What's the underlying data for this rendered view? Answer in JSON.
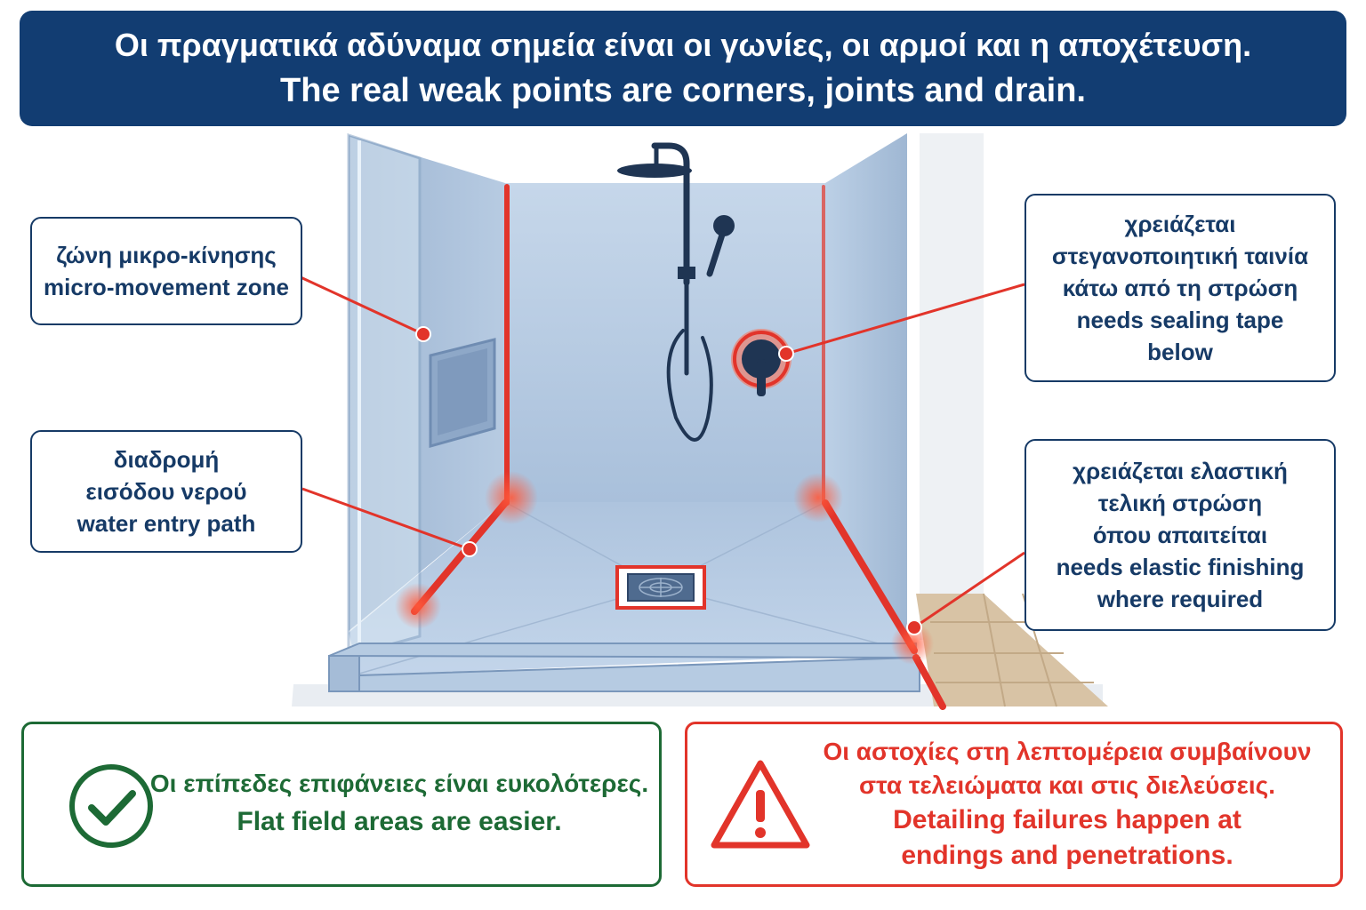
{
  "title": {
    "greek": "Οι πραγματικά αδύναμα σημεία είναι οι γωνίες, οι αρμοί και η αποχέτευση.",
    "english": "The real weak points are corners, joints and drain."
  },
  "callouts": {
    "micro_movement": {
      "greek": "ζώνη μικρο-κίνησης",
      "english": "micro-movement zone"
    },
    "water_entry": {
      "greek_1": "διαδρομή",
      "greek_2": "εισόδου νερού",
      "english": "water entry path"
    },
    "sealing_tape": {
      "greek_1": "χρειάζεται",
      "greek_2": "στεγανοποιητική ταινία",
      "greek_3": "κάτω από τη στρώση",
      "english_1": "needs sealing tape",
      "english_2": "below"
    },
    "elastic_finishing": {
      "greek_1": "χρειάζεται ελαστική",
      "greek_2": "τελική στρώση",
      "greek_3": "όπου απαιτείται",
      "english_1": "needs elastic finishing",
      "english_2": "where required"
    }
  },
  "good_note": {
    "greek": "Οι επίπεδες επιφάνειες είναι ευκολότερες.",
    "english": "Flat field areas are easier.",
    "icon": "check-circle-icon"
  },
  "warning_note": {
    "greek_1": "Οι αστοχίες στη λεπτομέρεια συμβαίνουν",
    "greek_2": "στα τελειώματα και στις διελεύσεις.",
    "english_1": "Detailing failures happen at",
    "english_2": "endings and penetrations.",
    "icon": "warning-triangle-icon"
  },
  "colors": {
    "header_bg": "#123d72",
    "callout_text": "#163a66",
    "highlight_red": "#e2342a",
    "good_green": "#1d6a35",
    "wall_blue": "#b9cde4",
    "floor_tile": "#d8c3a5"
  }
}
